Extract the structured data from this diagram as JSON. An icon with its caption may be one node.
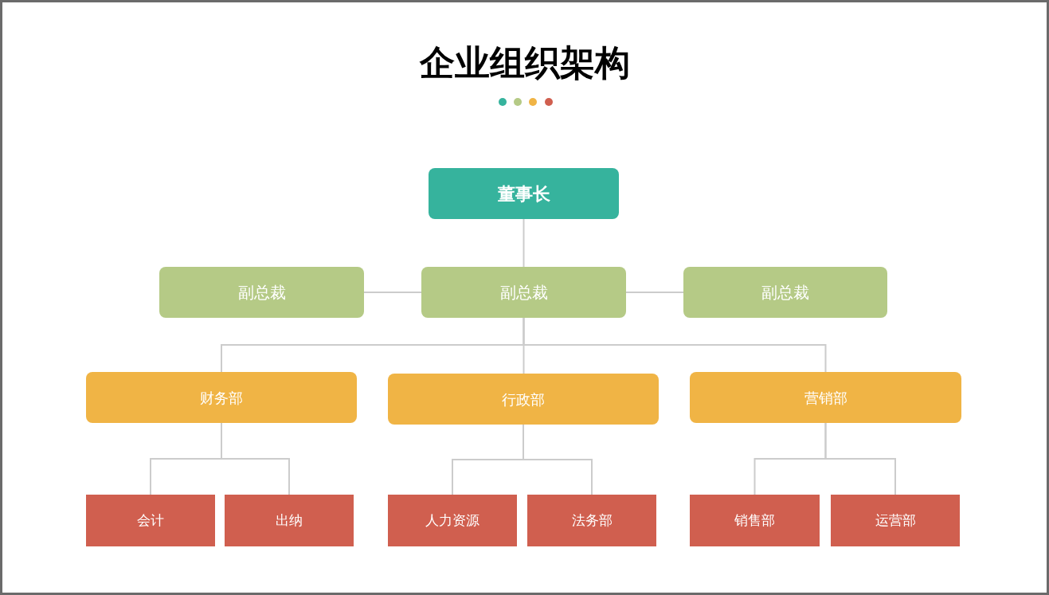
{
  "diagram": {
    "title": "企业组织架构",
    "nodes": [
      {
        "text": [
          "董事长"
        ]
      },
      {
        "text": [
          "副总裁"
        ]
      },
      {
        "text": [
          "副总裁"
        ]
      },
      {
        "text": [
          "副总裁"
        ]
      },
      {
        "text": [
          "财务部"
        ]
      },
      {
        "text": [
          "行政部"
        ]
      },
      {
        "text": [
          "营销部"
        ]
      },
      {
        "text": [
          "会计"
        ]
      },
      {
        "text": [
          "出纳"
        ]
      },
      {
        "text": [
          "人力资源"
        ]
      },
      {
        "text": [
          "法务部"
        ]
      },
      {
        "text": [
          "销售部"
        ]
      },
      {
        "text": [
          "运营部"
        ]
      }
    ],
    "edges": [
      {
        "from": 0,
        "to": 2,
        "arrow": "none"
      },
      {
        "from": 2,
        "to": 1,
        "arrow": "none"
      },
      {
        "from": 2,
        "to": 3,
        "arrow": "none"
      },
      {
        "from": 2,
        "to": 4,
        "arrow": "none"
      },
      {
        "from": 2,
        "to": 5,
        "arrow": "none"
      },
      {
        "from": 2,
        "to": 6,
        "arrow": "none"
      },
      {
        "from": 4,
        "to": 7,
        "arrow": "none"
      },
      {
        "from": 4,
        "to": 8,
        "arrow": "none"
      },
      {
        "from": 5,
        "to": 9,
        "arrow": "none"
      },
      {
        "from": 5,
        "to": 10,
        "arrow": "none"
      },
      {
        "from": 6,
        "to": 11,
        "arrow": "none"
      },
      {
        "from": 6,
        "to": 12,
        "arrow": "none"
      }
    ]
  }
}
